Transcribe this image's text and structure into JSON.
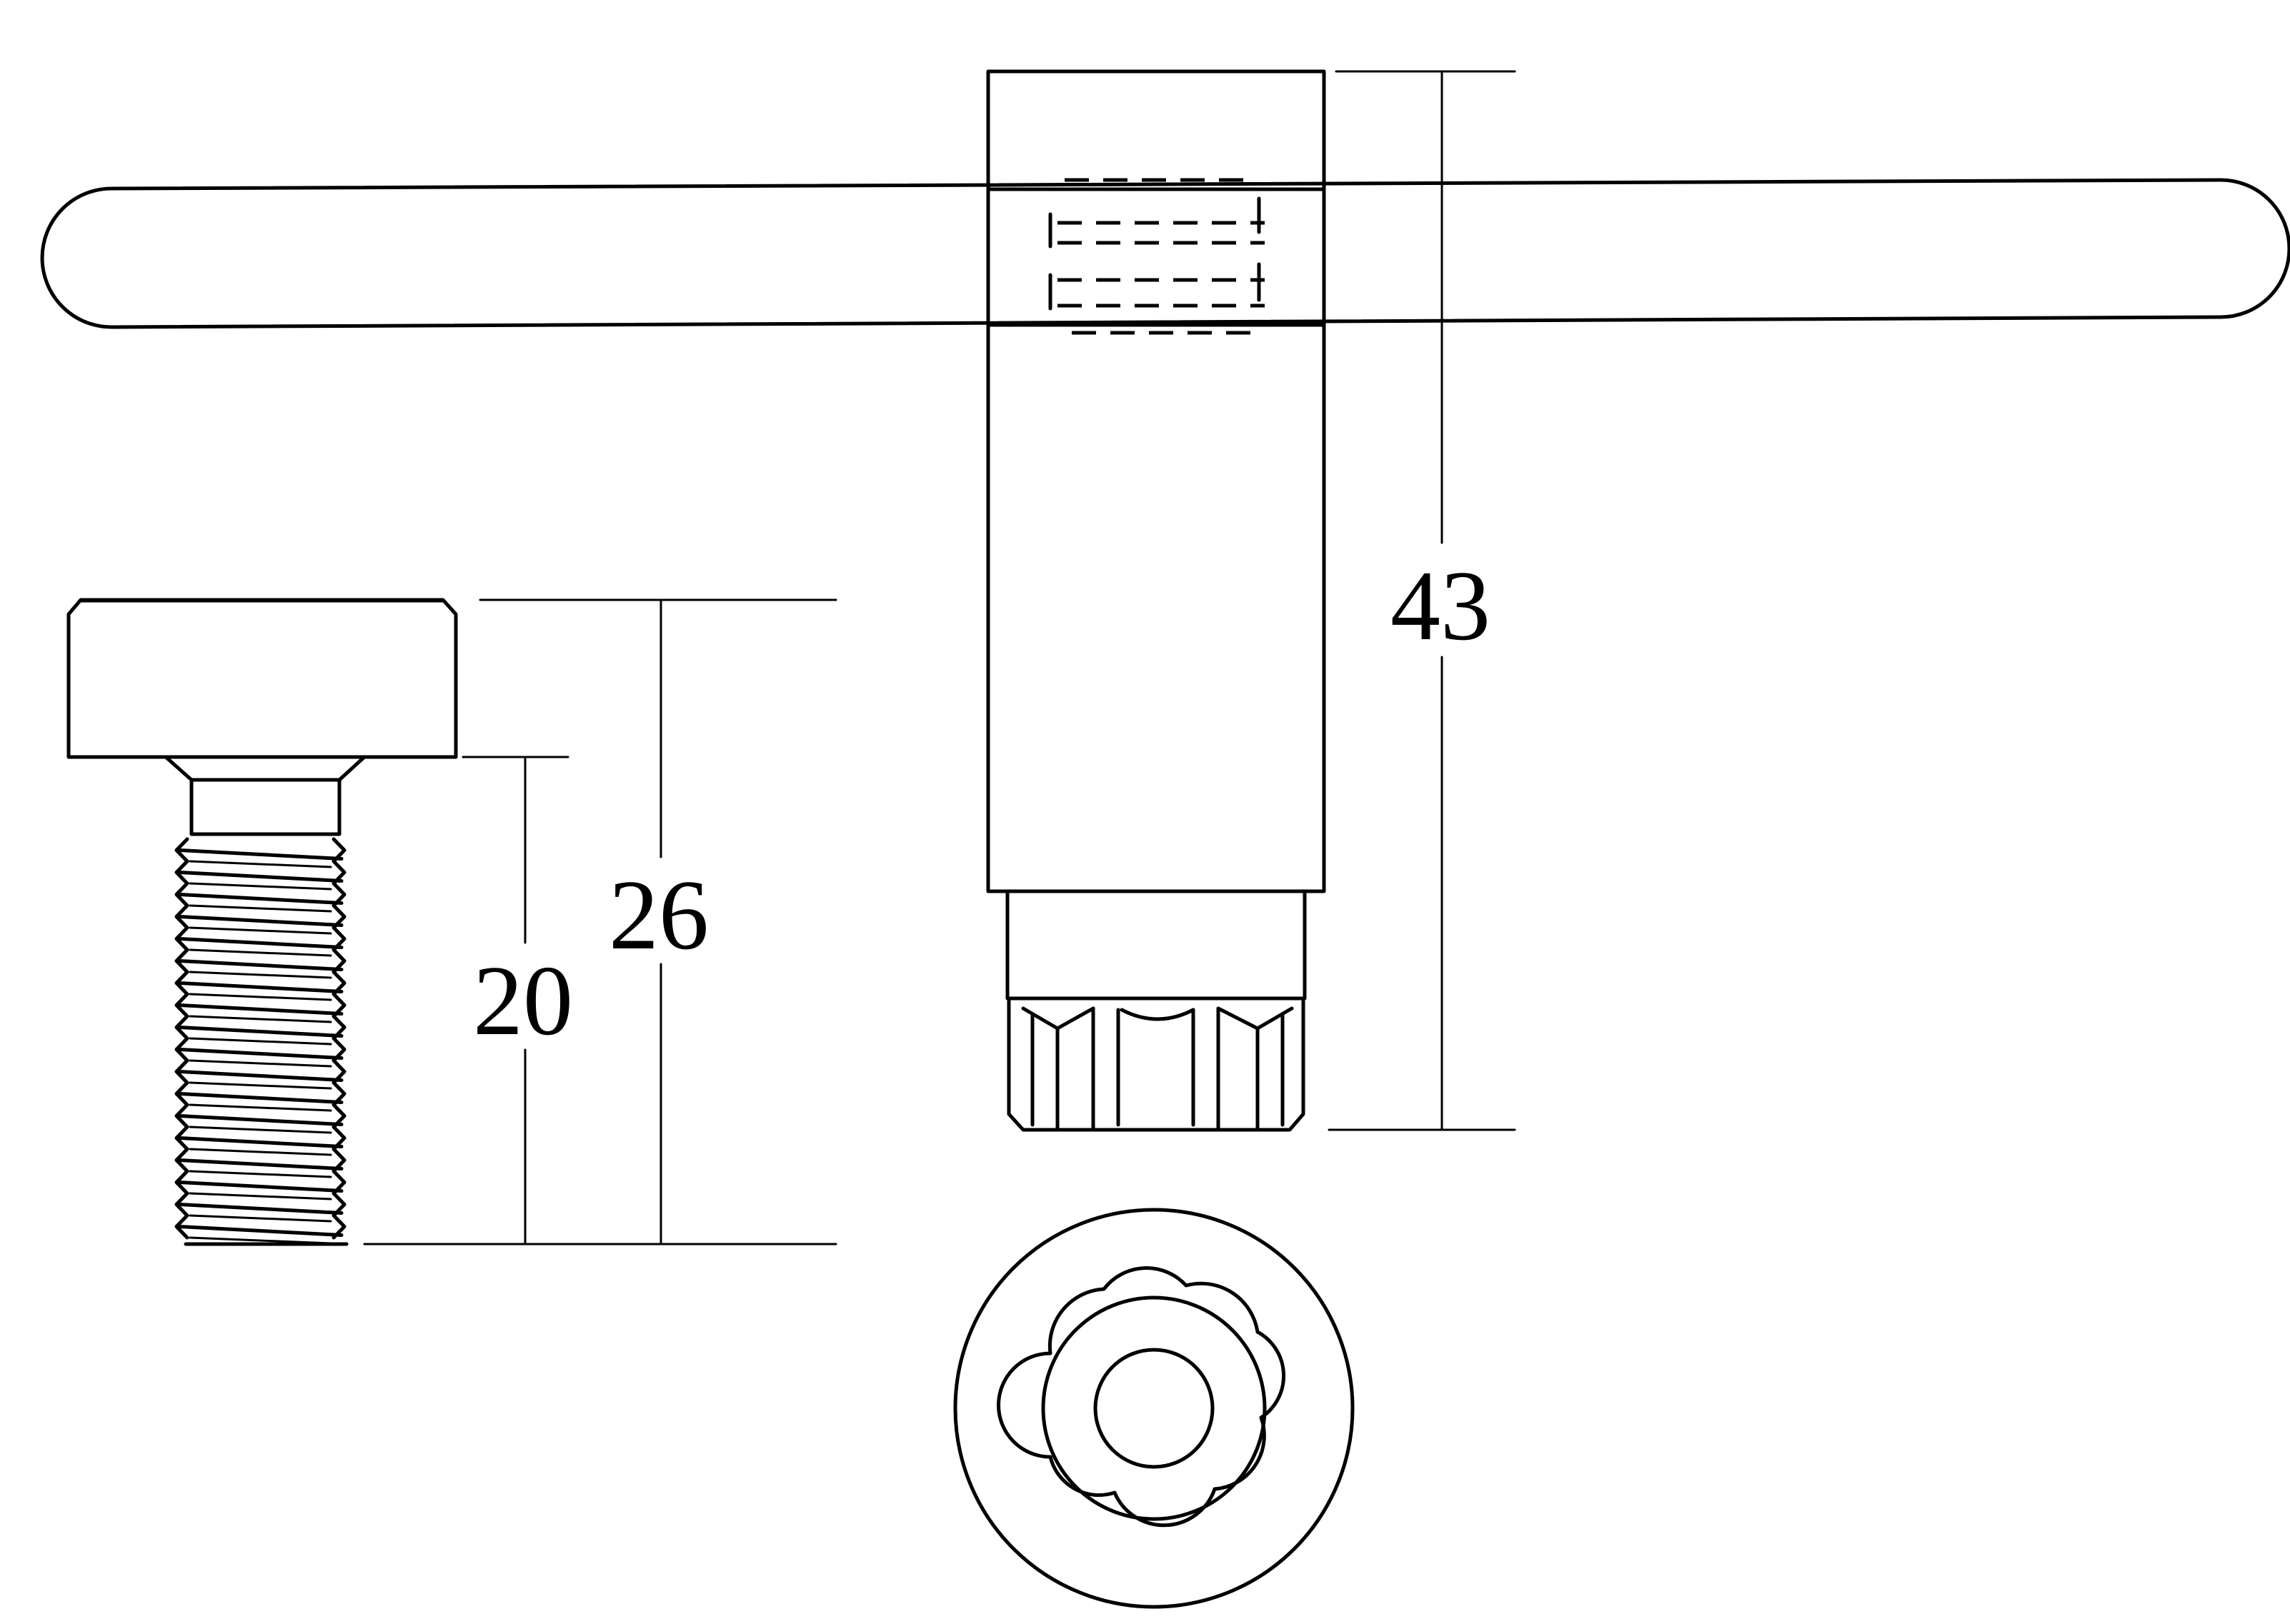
{
  "figure": {
    "parts": [
      "tool",
      "screw",
      "socket-end-view"
    ]
  },
  "dimensions": {
    "tool_length": "43",
    "screw_total_length": "26",
    "screw_thread_length": "20"
  },
  "colors": {
    "line": "#000000",
    "background": "#ffffff"
  }
}
